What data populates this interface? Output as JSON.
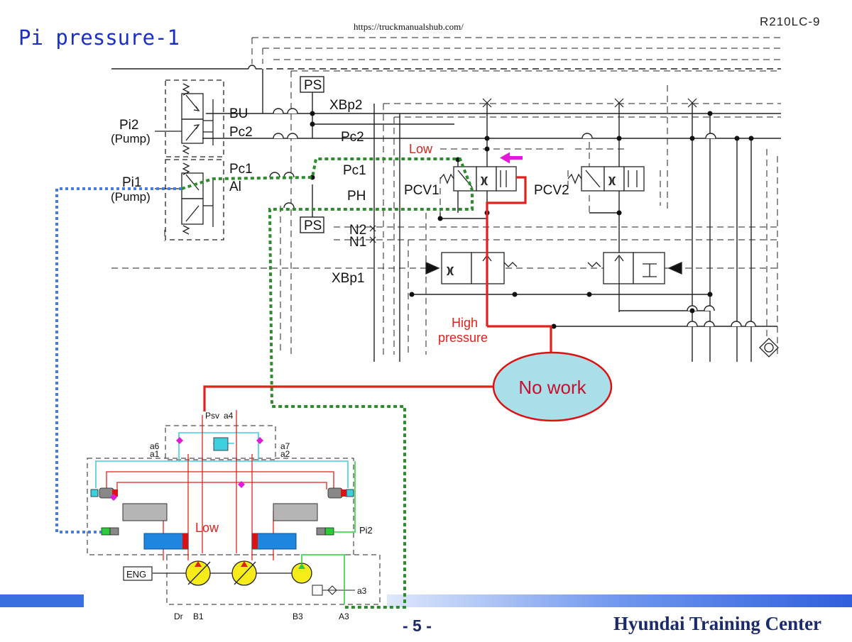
{
  "header": {
    "title": "Pi pressure-1",
    "source_url": "https://truckmanualshub.com/",
    "model": "R210LC-9"
  },
  "footer": {
    "page_number": "- 5 -",
    "brand": "Hyundai Training Center"
  },
  "valve_labels": {
    "ps_top": "PS",
    "ps_bottom": "PS",
    "bu": "BU",
    "pc2_left": "Pc2",
    "pc1_left": "Pc1",
    "al": "Al",
    "pi2": "Pi2",
    "pi2_sub": "(Pump)",
    "pi1": "Pi1",
    "pi1_sub": "(Pump)",
    "xbp2": "XBp2",
    "pc2_right": "Pc2",
    "pc1_right": "Pc1",
    "ph": "PH",
    "n2": "N2",
    "n1": "N1",
    "xbp1": "XBp1",
    "pcv1": "PCV1",
    "pcv2": "PCV2"
  },
  "annotations": {
    "low_top": "Low",
    "high_pressure_1": "High",
    "high_pressure_2": "pressure",
    "no_work": "No work",
    "low_pump": "Low"
  },
  "pump_labels": {
    "psv": "Psv",
    "a4": "a4",
    "a6": "a6",
    "a1": "a1",
    "a7": "a7",
    "a2": "a2",
    "pi2": "Pi2",
    "eng": "ENG",
    "a3": "a3",
    "dr": "Dr",
    "b1": "B1",
    "b3": "B3",
    "a3_bottom": "A3"
  },
  "colors": {
    "title": "#1a2fc6",
    "high_pressure_line": "#e0221d",
    "low_pressure_line": "#2e8b2e",
    "pilot_line": "#4a7be0",
    "arrow": "#e01ad8",
    "no_work_fill": "#a9dfe9",
    "footer_bar": "#3a6fe0"
  }
}
